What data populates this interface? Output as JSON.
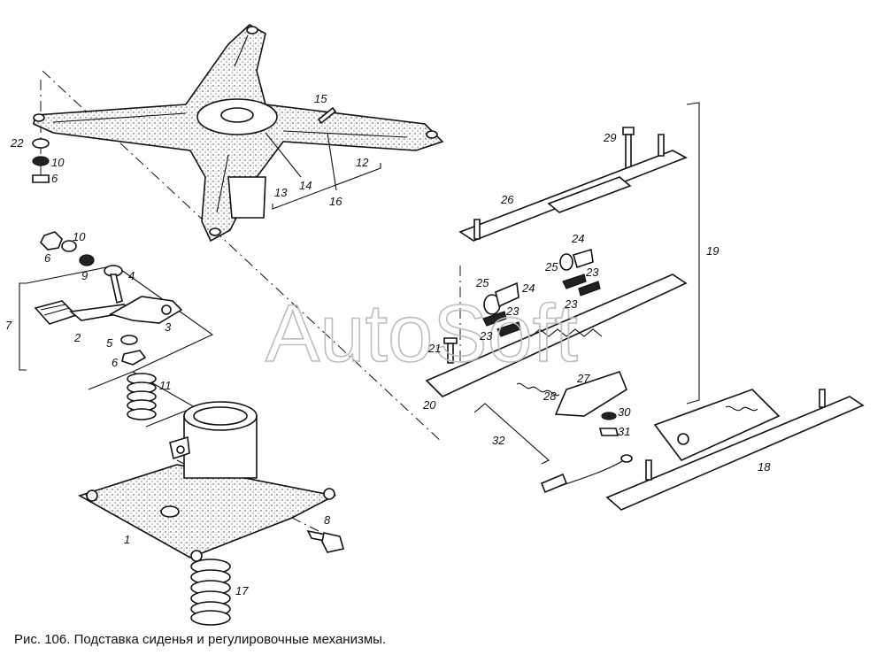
{
  "watermark": "AutoSoft",
  "caption": "Рис. 106. Подставка сиденья и регулировочные механизмы.",
  "callouts": {
    "c22": "22",
    "c10a": "10",
    "c6a": "6",
    "c15": "15",
    "c12": "12",
    "c14": "14",
    "c13": "13",
    "c16": "16",
    "c10b": "10",
    "c6b": "6",
    "c9": "9",
    "c4": "4",
    "c7": "7",
    "c2": "2",
    "c3": "3",
    "c5": "5",
    "c6c": "6",
    "c11": "11",
    "c8": "8",
    "c1": "1",
    "c17": "17",
    "c29": "29",
    "c26": "26",
    "c24a": "24",
    "c25a": "25",
    "c23a": "23",
    "c25b": "25",
    "c24b": "24",
    "c23b": "23",
    "c23c": "23",
    "c23d": "23",
    "c19": "19",
    "c21": "21",
    "c28": "28",
    "c27": "27",
    "c20": "20",
    "c30": "30",
    "c31": "31",
    "c32": "32",
    "c18": "18"
  }
}
